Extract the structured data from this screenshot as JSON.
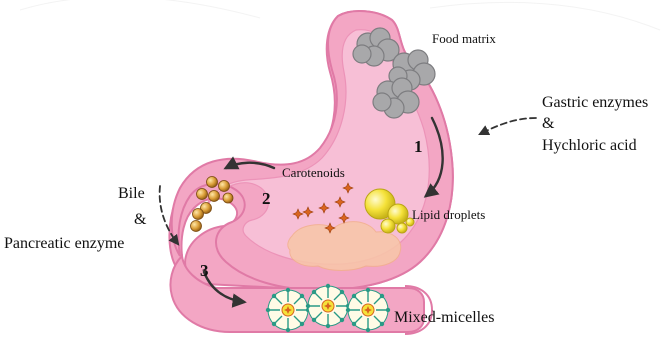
{
  "labels": {
    "food_matrix": "Food matrix",
    "gastric_line1": "Gastric enzymes",
    "gastric_amp": "&",
    "gastric_line2": "Hychloric acid",
    "carotenoids": "Carotenoids",
    "lipid_droplets": "Lipid droplets",
    "bile": "Bile",
    "bile_amp": "&",
    "pancreatic": "Pancreatic enzyme",
    "mixed_micelles": "Mixed-micelles"
  },
  "steps": {
    "step1": "1",
    "step2": "2",
    "step3": "3"
  },
  "colors": {
    "stomach_fill": "#f3a6c4",
    "stomach_inner": "#f7bfd6",
    "stomach_stroke": "#e07aa6",
    "food_gray": "#a8a8aa",
    "lipid_yellow": "#f5e23a",
    "carotenoid_orange": "#d9641e",
    "bile_brown": "#c98a2a",
    "micelle_teal": "#2a9a86",
    "digest_peach": "#f8c7a8",
    "arrow_dark": "#333333"
  }
}
